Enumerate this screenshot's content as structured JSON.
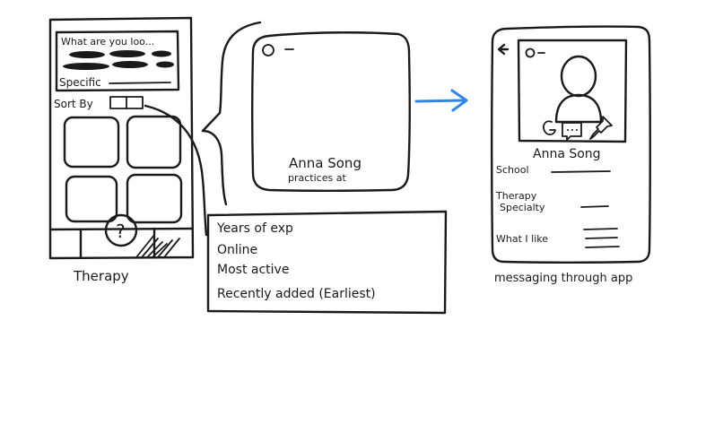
{
  "left_screen": {
    "search_prompt": "What are you loo...",
    "specific_label": "Specific",
    "sort_by_label": "Sort By",
    "help_icon": "question-mark",
    "caption": "Therapy"
  },
  "profile_card": {
    "name": "Anna Song",
    "practices_label": "practices at"
  },
  "sort_dropdown": {
    "options": [
      "Years of exp",
      "Online",
      "Most active",
      "Recently added (Earliest)"
    ]
  },
  "detail_screen": {
    "name": "Anna Song",
    "school_label": "School",
    "therapy_label_line1": "Therapy",
    "therapy_label_line2": "Specialty",
    "what_i_like_label": "What I like",
    "caption": "messaging through app"
  },
  "colors": {
    "ink": "#1a1a1a",
    "arrow": "#2f86e8",
    "paper": "#ffffff"
  }
}
